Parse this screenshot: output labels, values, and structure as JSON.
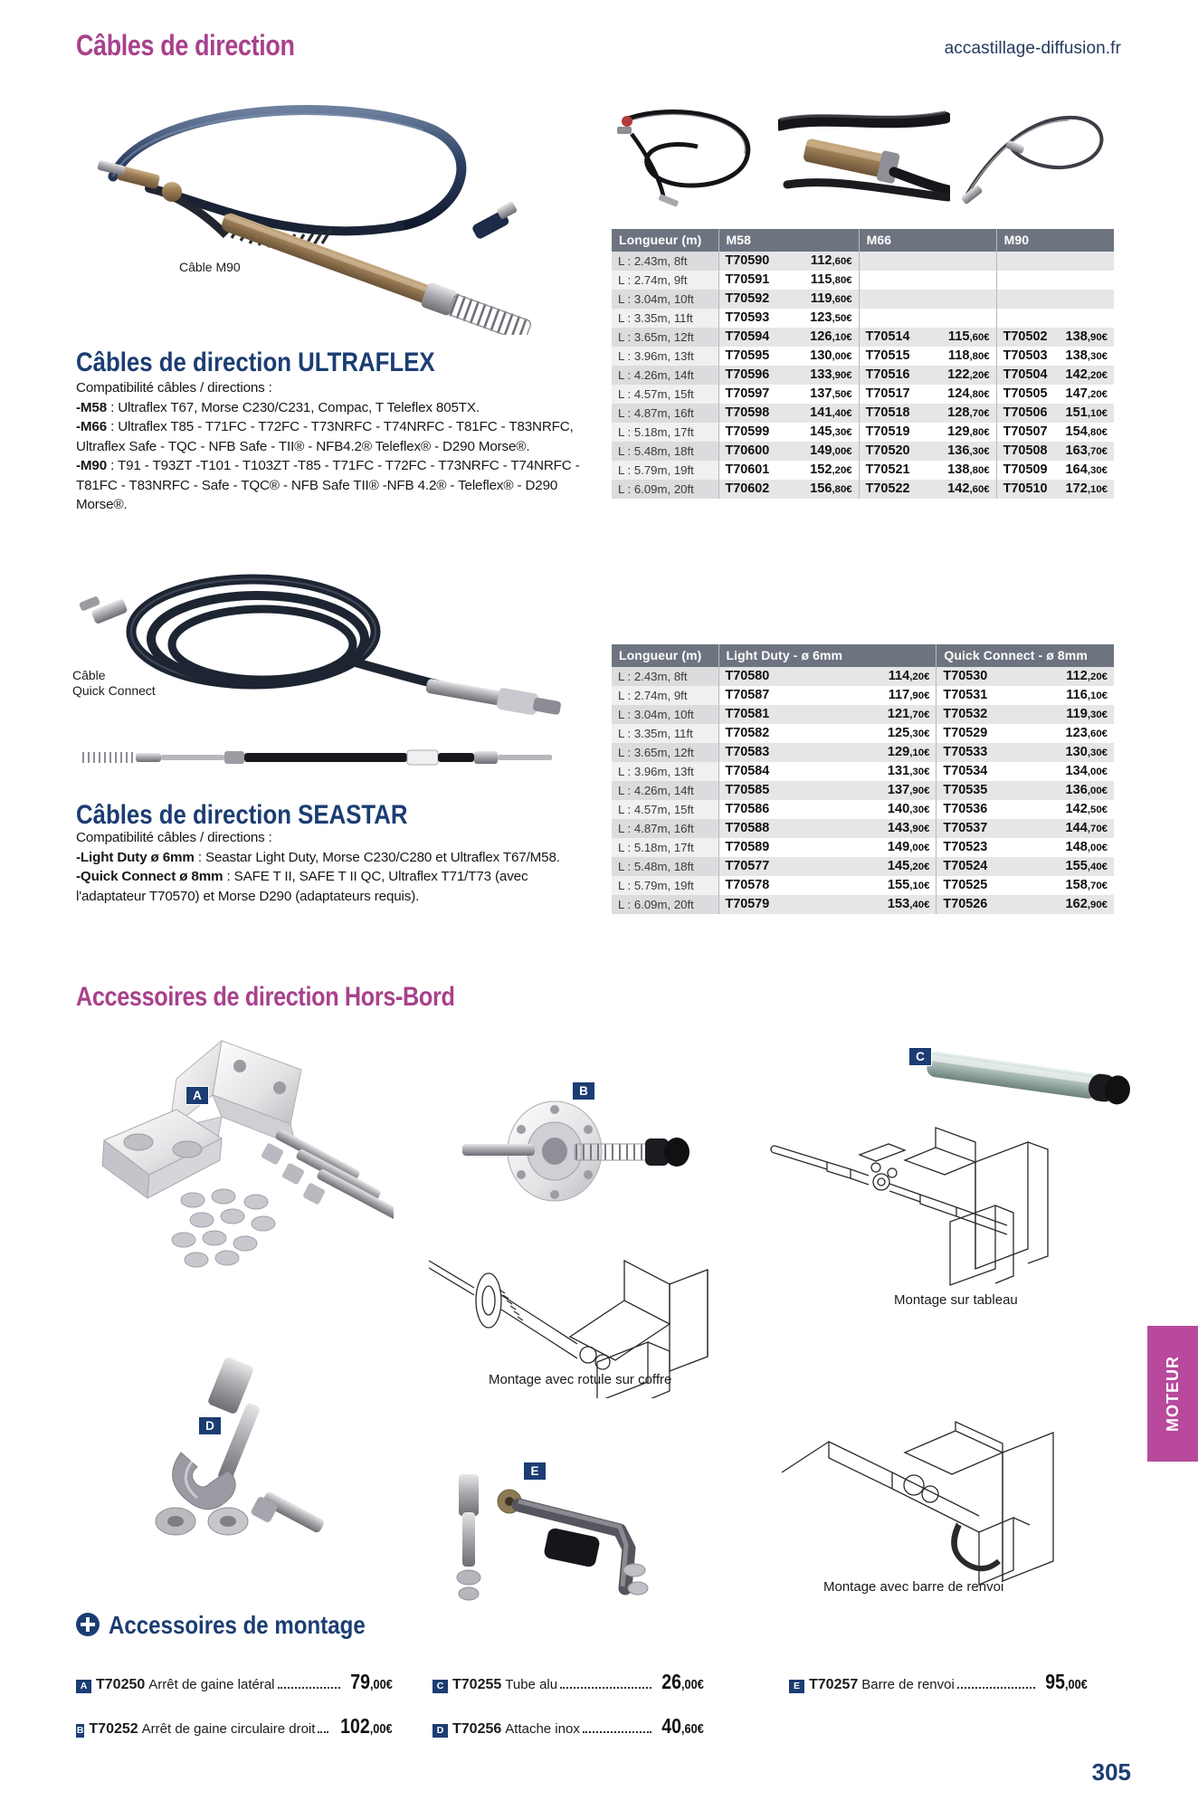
{
  "header": {
    "title": "Câbles de direction",
    "site_url": "accastillage-diffusion.fr",
    "accent_pink": "#a8418c",
    "accent_blue": "#1b3d72"
  },
  "figures": {
    "cable_m90_caption": "Câble M90",
    "cable_qc_caption_line1": "Câble",
    "cable_qc_caption_line2": "Quick Connect"
  },
  "ultraflex": {
    "heading": "Câbles de direction ULTRAFLEX",
    "compat_label": "Compatibilité câbles / directions :",
    "lines": [
      {
        "key": "-M58",
        "text": " : Ultraflex T67, Morse C230/C231, Compac, T Teleflex 805TX."
      },
      {
        "key": "-M66",
        "text": " : Ultraflex T85 - T71FC - T72FC - T73NRFC - T74NRFC - T81FC - T83NRFC, Ultraflex Safe - TQC - NFB Safe - TII® - NFB4.2® Teleflex® - D290 Morse®."
      },
      {
        "key": "-M90",
        "text": " : T91 - T93ZT -T101 - T103ZT -T85 - T71FC - T72FC - T73NRFC - T74NRFC -T81FC - T83NRFC - Safe - TQC® - NFB Safe TII® -NFB 4.2® - Teleflex® - D290 Morse®."
      }
    ]
  },
  "seastar": {
    "heading": "Câbles de direction SEASTAR",
    "compat_label": "Compatibilité câbles / directions :",
    "lines": [
      {
        "key": "-Light Duty ø 6mm",
        "text": " : Seastar Light Duty, Morse C230/C280 et Ultraflex T67/M58."
      },
      {
        "key": "-Quick Connect ø 8mm",
        "text": " : SAFE T II, SAFE T II QC, Ultraflex T71/T73 (avec l'adaptateur T70570) et Morse D290 (adaptateurs requis)."
      }
    ]
  },
  "table_ultraflex": {
    "headers": [
      "Longueur (m)",
      "M58",
      "",
      "M66",
      "",
      "M90",
      ""
    ],
    "column_groups": [
      "Longueur (m)",
      "M58",
      "M66",
      "M90"
    ],
    "rows": [
      {
        "length": "L : 2.43m, 8ft",
        "m58_ref": "T70590",
        "m58_price": "112,60€",
        "m66_ref": "",
        "m66_price": "",
        "m90_ref": "",
        "m90_price": ""
      },
      {
        "length": "L : 2.74m, 9ft",
        "m58_ref": "T70591",
        "m58_price": "115,80€",
        "m66_ref": "",
        "m66_price": "",
        "m90_ref": "",
        "m90_price": ""
      },
      {
        "length": "L : 3.04m, 10ft",
        "m58_ref": "T70592",
        "m58_price": "119,60€",
        "m66_ref": "",
        "m66_price": "",
        "m90_ref": "",
        "m90_price": ""
      },
      {
        "length": "L : 3.35m, 11ft",
        "m58_ref": "T70593",
        "m58_price": "123,50€",
        "m66_ref": "",
        "m66_price": "",
        "m90_ref": "",
        "m90_price": ""
      },
      {
        "length": "L : 3.65m, 12ft",
        "m58_ref": "T70594",
        "m58_price": "126,10€",
        "m66_ref": "T70514",
        "m66_price": "115,60€",
        "m90_ref": "T70502",
        "m90_price": "138,90€"
      },
      {
        "length": "L : 3.96m, 13ft",
        "m58_ref": "T70595",
        "m58_price": "130,00€",
        "m66_ref": "T70515",
        "m66_price": "118,80€",
        "m90_ref": "T70503",
        "m90_price": "138,30€"
      },
      {
        "length": "L : 4.26m, 14ft",
        "m58_ref": "T70596",
        "m58_price": "133,90€",
        "m66_ref": "T70516",
        "m66_price": "122,20€",
        "m90_ref": "T70504",
        "m90_price": "142,20€"
      },
      {
        "length": "L : 4.57m, 15ft",
        "m58_ref": "T70597",
        "m58_price": "137,50€",
        "m66_ref": "T70517",
        "m66_price": "124,80€",
        "m90_ref": "T70505",
        "m90_price": "147,20€"
      },
      {
        "length": "L : 4.87m, 16ft",
        "m58_ref": "T70598",
        "m58_price": "141,40€",
        "m66_ref": "T70518",
        "m66_price": "128,70€",
        "m90_ref": "T70506",
        "m90_price": "151,10€"
      },
      {
        "length": "L : 5.18m, 17ft",
        "m58_ref": "T70599",
        "m58_price": "145,30€",
        "m66_ref": "T70519",
        "m66_price": "129,80€",
        "m90_ref": "T70507",
        "m90_price": "154,80€"
      },
      {
        "length": "L : 5.48m, 18ft",
        "m58_ref": "T70600",
        "m58_price": "149,00€",
        "m66_ref": "T70520",
        "m66_price": "136,30€",
        "m90_ref": "T70508",
        "m90_price": "163,70€"
      },
      {
        "length": "L : 5.79m, 19ft",
        "m58_ref": "T70601",
        "m58_price": "152,20€",
        "m66_ref": "T70521",
        "m66_price": "138,80€",
        "m90_ref": "T70509",
        "m90_price": "164,30€"
      },
      {
        "length": "L : 6.09m, 20ft",
        "m58_ref": "T70602",
        "m58_price": "156,80€",
        "m66_ref": "T70522",
        "m66_price": "142,60€",
        "m90_ref": "T70510",
        "m90_price": "172,10€"
      }
    ]
  },
  "table_seastar": {
    "column_groups": [
      "Longueur (m)",
      "Light Duty - ø 6mm",
      "Quick Connect - ø 8mm"
    ],
    "rows": [
      {
        "length": "L : 2.43m, 8ft",
        "ld_ref": "T70580",
        "ld_price": "114,20€",
        "qc_ref": "T70530",
        "qc_price": "112,20€"
      },
      {
        "length": "L : 2.74m, 9ft",
        "ld_ref": "T70587",
        "ld_price": "117,90€",
        "qc_ref": "T70531",
        "qc_price": "116,10€"
      },
      {
        "length": "L : 3.04m, 10ft",
        "ld_ref": "T70581",
        "ld_price": "121,70€",
        "qc_ref": "T70532",
        "qc_price": "119,30€"
      },
      {
        "length": "L : 3.35m, 11ft",
        "ld_ref": "T70582",
        "ld_price": "125,30€",
        "qc_ref": "T70529",
        "qc_price": "123,60€"
      },
      {
        "length": "L : 3.65m, 12ft",
        "ld_ref": "T70583",
        "ld_price": "129,10€",
        "qc_ref": "T70533",
        "qc_price": "130,30€"
      },
      {
        "length": "L : 3.96m, 13ft",
        "ld_ref": "T70584",
        "ld_price": "131,30€",
        "qc_ref": "T70534",
        "qc_price": "134,00€"
      },
      {
        "length": "L : 4.26m, 14ft",
        "ld_ref": "T70585",
        "ld_price": "137,90€",
        "qc_ref": "T70535",
        "qc_price": "136,00€"
      },
      {
        "length": "L : 4.57m, 15ft",
        "ld_ref": "T70586",
        "ld_price": "140,30€",
        "qc_ref": "T70536",
        "qc_price": "142,50€"
      },
      {
        "length": "L : 4.87m, 16ft",
        "ld_ref": "T70588",
        "ld_price": "143,90€",
        "qc_ref": "T70537",
        "qc_price": "144,70€"
      },
      {
        "length": "L : 5.18m, 17ft",
        "ld_ref": "T70589",
        "ld_price": "149,00€",
        "qc_ref": "T70523",
        "qc_price": "148,00€"
      },
      {
        "length": "L : 5.48m, 18ft",
        "ld_ref": "T70577",
        "ld_price": "145,20€",
        "qc_ref": "T70524",
        "qc_price": "155,40€"
      },
      {
        "length": "L : 5.79m, 19ft",
        "ld_ref": "T70578",
        "ld_price": "155,10€",
        "qc_ref": "T70525",
        "qc_price": "158,70€"
      },
      {
        "length": "L : 6.09m, 20ft",
        "ld_ref": "T70579",
        "ld_price": "153,40€",
        "qc_ref": "T70526",
        "qc_price": "162,90€"
      }
    ]
  },
  "accessories_section": {
    "title": "Accessoires de direction Hors-Bord",
    "badges": [
      "A",
      "B",
      "C",
      "D",
      "E"
    ],
    "drawing_captions": {
      "tableau": "Montage sur tableau",
      "rotule": "Montage avec rotule sur coffre",
      "renvoi": "Montage avec barre de renvoi"
    }
  },
  "montage": {
    "title": "Accessoires de montage",
    "items_col1": [
      {
        "badge": "A",
        "ref": "T70250",
        "name": "Arrêt de gaine latéral",
        "price_int": "79",
        "price_cents": ",00€"
      },
      {
        "badge": "B",
        "ref": "T70252",
        "name": "Arrêt de gaine circulaire droit",
        "price_int": "102",
        "price_cents": ",00€"
      }
    ],
    "items_col2": [
      {
        "badge": "C",
        "ref": "T70255",
        "name": "Tube alu",
        "price_int": "26",
        "price_cents": ",00€"
      },
      {
        "badge": "D",
        "ref": "T70256",
        "name": "Attache inox",
        "price_int": "40",
        "price_cents": ",60€"
      }
    ],
    "items_col3": [
      {
        "badge": "E",
        "ref": "T70257",
        "name": "Barre de renvoi",
        "price_int": "95",
        "price_cents": ",00€"
      }
    ]
  },
  "side_tab": {
    "label": "MOTEUR",
    "color": "#b8499c"
  },
  "footer": {
    "page_number": "305"
  }
}
